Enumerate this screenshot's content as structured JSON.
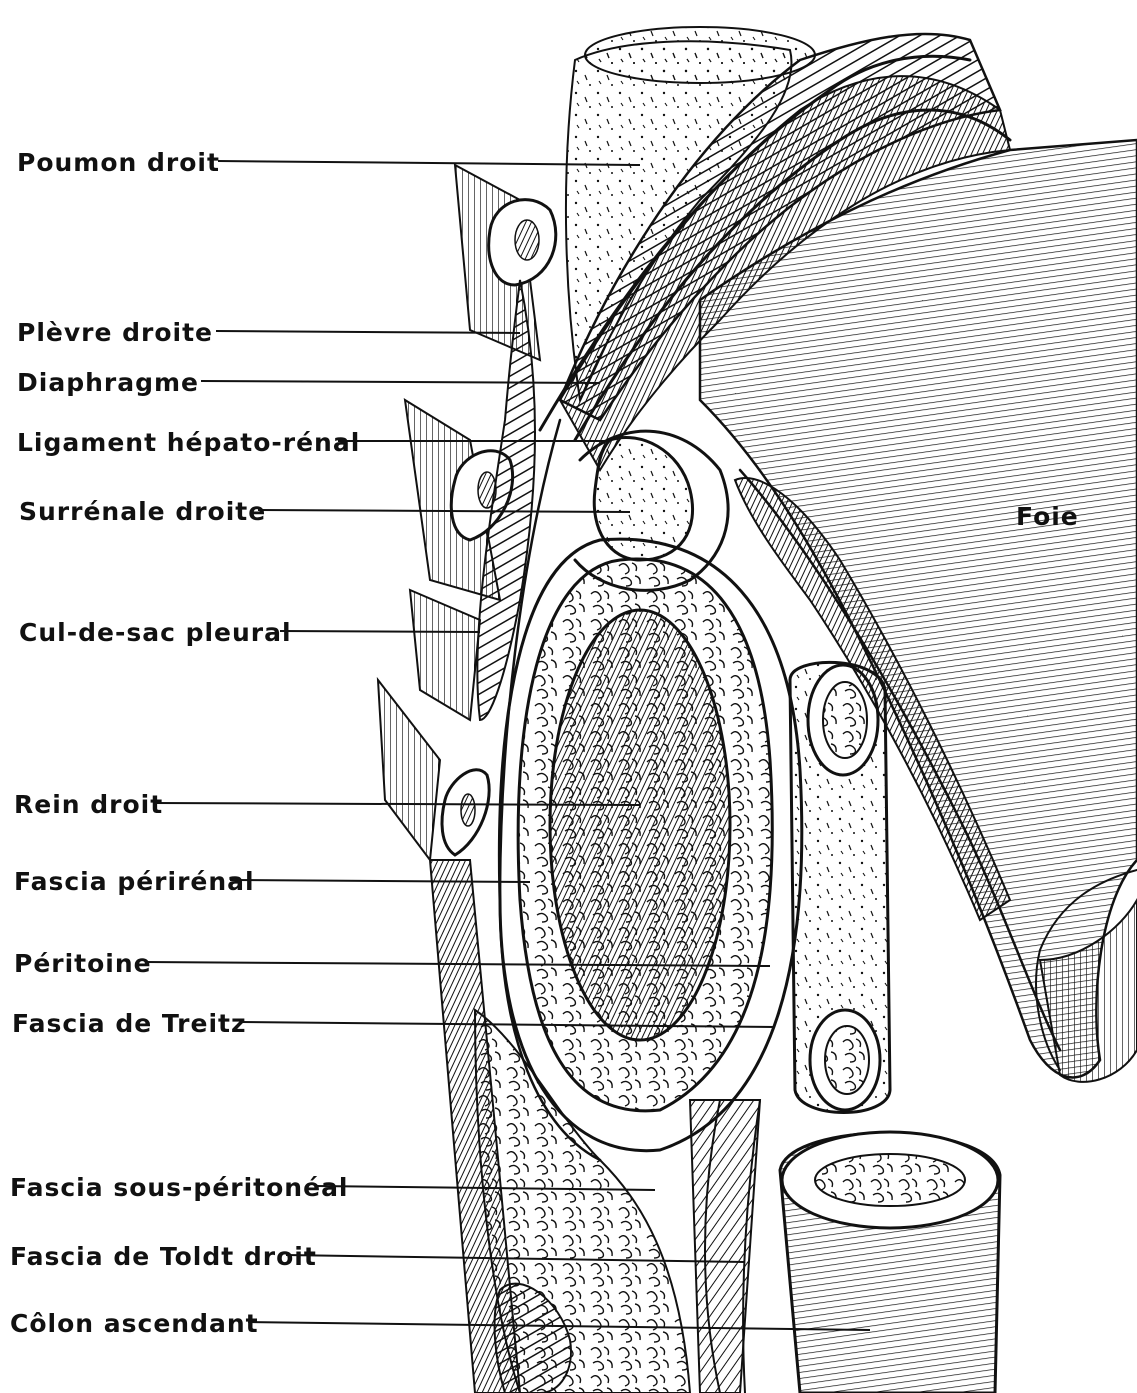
{
  "labels": {
    "poumon_droit": "Poumon droit",
    "plevre_droite": "Plèvre droite",
    "diaphragme": "Diaphragme",
    "ligament_hepato_renal": "Ligament hépato-rénal",
    "surrenale_droite": "Surrénale droite",
    "cul_de_sac_pleural": "Cul-de-sac pleural",
    "rein_droit": "Rein droit",
    "fascia_perirenal": "Fascia périrénal",
    "peritoine": "Péritoine",
    "fascia_de_treitz": "Fascia de Treitz",
    "fascia_sous_peritoneal": "Fascia sous-péritonéal",
    "fascia_de_toldt_droit": "Fascia de Toldt droit",
    "colon_ascendant": "Côlon ascendant",
    "foie": "Foie"
  },
  "colors": {
    "ink": "#111111",
    "paper": "#ffffff"
  }
}
